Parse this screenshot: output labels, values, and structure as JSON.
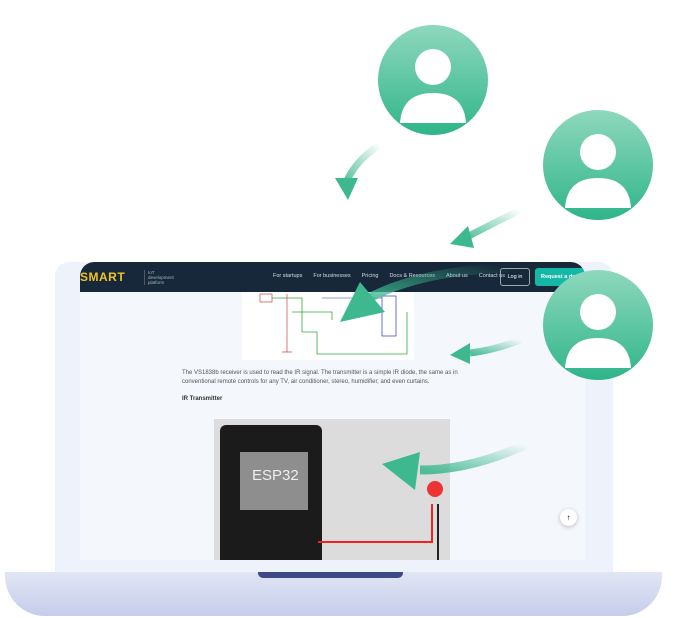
{
  "nav": {
    "logo": "SMART",
    "tagline": "IoT development platform",
    "links": [
      "For startups",
      "For businesses",
      "Pricing",
      "Docs & Resources",
      "About us",
      "Contact us"
    ],
    "login": "Log in",
    "request": "Request a demo"
  },
  "content": {
    "paragraph": "The VS1838b receiver is used to read the IR signal. The transmitter is a simple IR diode, the same as in conventional remote controls for any TV, air conditioner, stereo, humidifier, and even curtains.",
    "heading": "IR Transmitter",
    "board_label": "ESP32"
  },
  "scroll_top_icon": "arrow-up-icon",
  "colors": {
    "accent": "#13b8a6",
    "nav_bg": "#16283a",
    "avatar": "#3db88f"
  }
}
